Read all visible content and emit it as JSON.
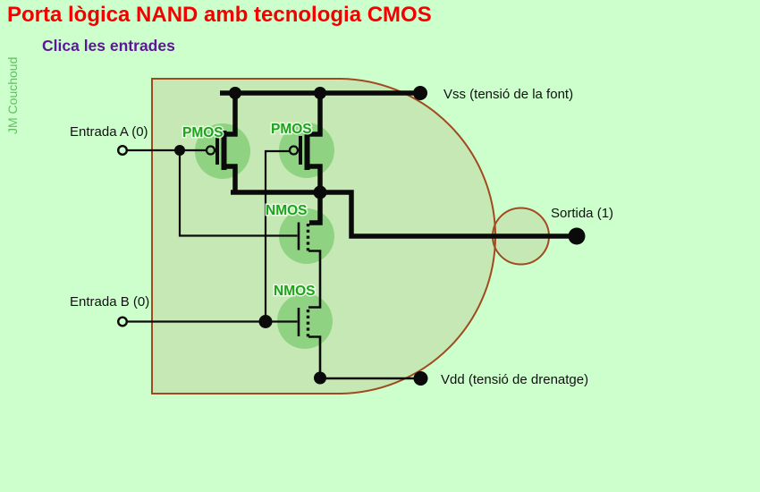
{
  "title": "Porta lògica NAND amb tecnologia CMOS",
  "subtitle": "Clica les entrades",
  "credit": "JM Couchoud",
  "labels": {
    "entrada_a": "Entrada A (0)",
    "entrada_b": "Entrada B (0)",
    "vss": "Vss (tensió de la font)",
    "vdd": "Vdd (tensió de drenatge)",
    "sortida": "Sortida (1)"
  },
  "transistor_labels": {
    "pmos1": "PMOS",
    "pmos2": "PMOS",
    "nmos1": "NMOS",
    "nmos2": "NMOS"
  },
  "colors": {
    "bg": "#ccffcc",
    "title_color": "#f40000",
    "subtitle_color": "#5a1796",
    "credit_color": "#5ec05e",
    "text": "#111111",
    "green_label": "#1ea21e",
    "green_halo": "rgba(235,255,230,0.9)",
    "outline": "#a04a20",
    "gate_fill": "rgba(153,68,17,0.12)",
    "highlight": "rgba(0,153,0,0.28)",
    "wire": "#0a0a0a"
  }
}
